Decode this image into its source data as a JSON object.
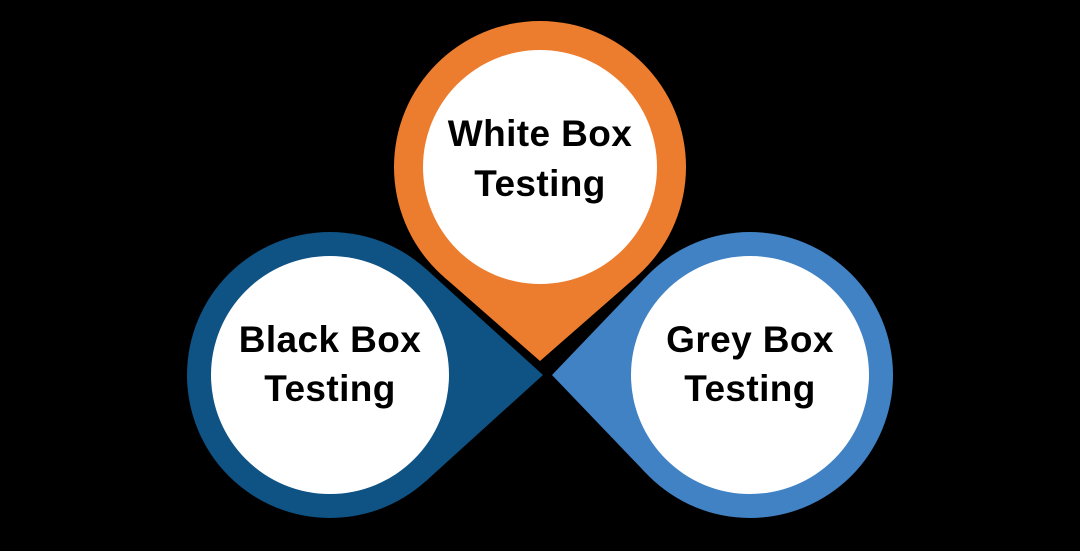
{
  "diagram": {
    "background_color": "#000000",
    "inner_circle_color": "#FFFFFF",
    "text_color": "#000000",
    "pins": [
      {
        "name": "white-box-testing",
        "position": "top",
        "color": "#ED7D2E",
        "label_line1": "White Box",
        "label_line2": "Testing"
      },
      {
        "name": "black-box-testing",
        "position": "left",
        "color": "#0F5284",
        "label_line1": "Black Box",
        "label_line2": "Testing"
      },
      {
        "name": "grey-box-testing",
        "position": "right",
        "color": "#4182C4",
        "label_line1": "Grey Box",
        "label_line2": "Testing"
      }
    ]
  }
}
